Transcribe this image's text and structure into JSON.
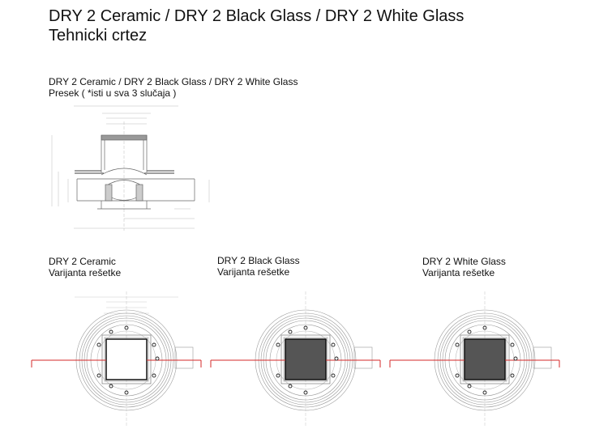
{
  "header": {
    "title": "DRY 2 Ceramic / DRY 2 Black Glass / DRY 2 White Glass",
    "subtitle": "Tehnicki crtez"
  },
  "section": {
    "title": "DRY 2 Ceramic / DRY 2 Black Glass / DRY 2 White Glass",
    "subtitle": "Presek ( *isti u sva 3 slučaja )"
  },
  "variants": [
    {
      "name": "DRY 2 Ceramic",
      "subtitle": "Varijanta rešetke",
      "grate_color": "#ffffff"
    },
    {
      "name": "DRY 2 Black Glass",
      "subtitle": "Varijanta rešetke",
      "grate_color": "#555555"
    },
    {
      "name": "DRY 2 White Glass",
      "subtitle": "Varijanta rešetke",
      "grate_color": "#555555"
    }
  ],
  "colors": {
    "section_line": "#d62828",
    "drawing_line": "#888888"
  }
}
